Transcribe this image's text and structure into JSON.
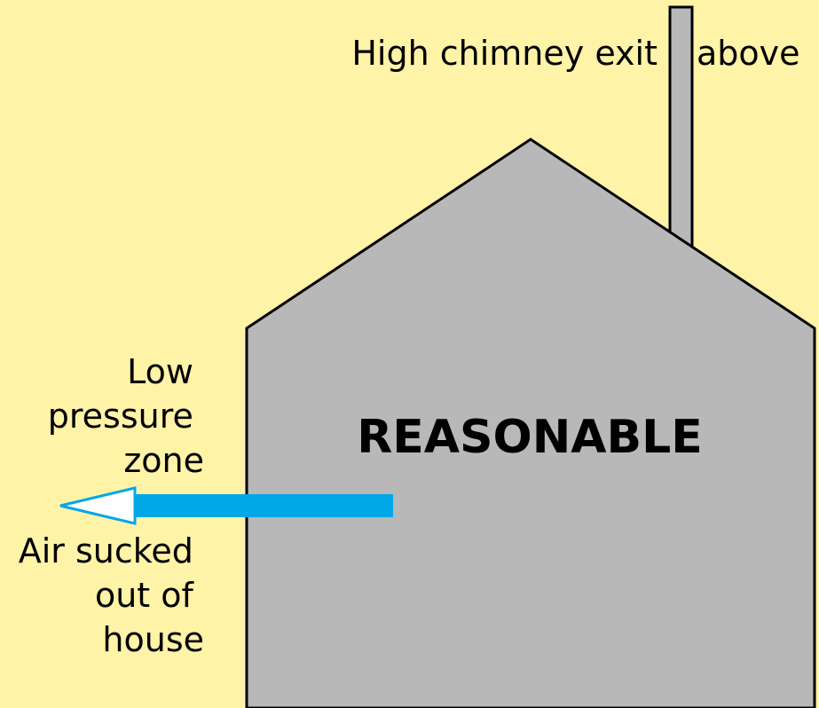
{
  "colors": {
    "background": "#FFF3A8",
    "house_fill": "#B8B8B8",
    "outline": "#000000",
    "arrow_fill": "#00A8E8",
    "arrow_outline": "#00A8E8",
    "arrow_head_fill": "#FFFFFF"
  },
  "labels": {
    "chimney_left": "High chimney exit",
    "chimney_right": "above",
    "verdict": "REASONABLE",
    "low_pressure": [
      "Low",
      "pressure",
      "zone"
    ],
    "air_sucked": [
      "Air sucked",
      "out of",
      "house"
    ]
  },
  "icons": {
    "arrow": "left-arrow-icon"
  }
}
